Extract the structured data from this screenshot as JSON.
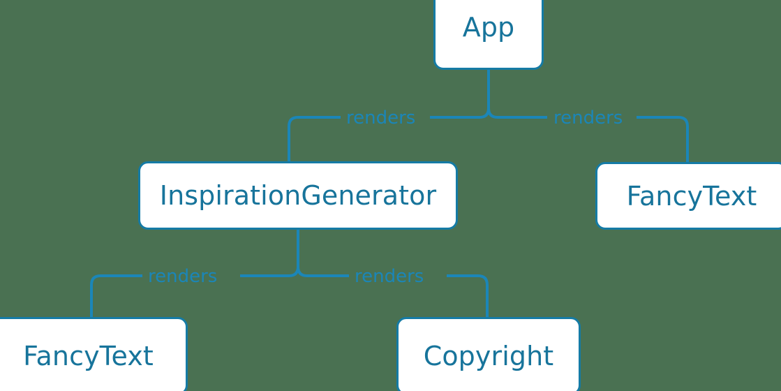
{
  "diagram": {
    "type": "component-tree",
    "background_color": "#4a7152",
    "node_fill_color": "#ffffff",
    "node_border_color": "#157ba5",
    "node_text_color": "#17749b",
    "edge_color": "#1b86b8",
    "edge_label_color": "#1b86b8",
    "nodes": [
      {
        "id": "app",
        "label": "App"
      },
      {
        "id": "inspgen",
        "label": "InspirationGenerator"
      },
      {
        "id": "fancy_right",
        "label": "FancyText"
      },
      {
        "id": "fancy_left",
        "label": "FancyText"
      },
      {
        "id": "copyright",
        "label": "Copyright"
      }
    ],
    "edges": [
      {
        "from": "app",
        "to": "inspgen",
        "label": "renders"
      },
      {
        "from": "app",
        "to": "fancy_right",
        "label": "renders"
      },
      {
        "from": "inspgen",
        "to": "fancy_left",
        "label": "renders"
      },
      {
        "from": "inspgen",
        "to": "copyright",
        "label": "renders"
      }
    ]
  }
}
